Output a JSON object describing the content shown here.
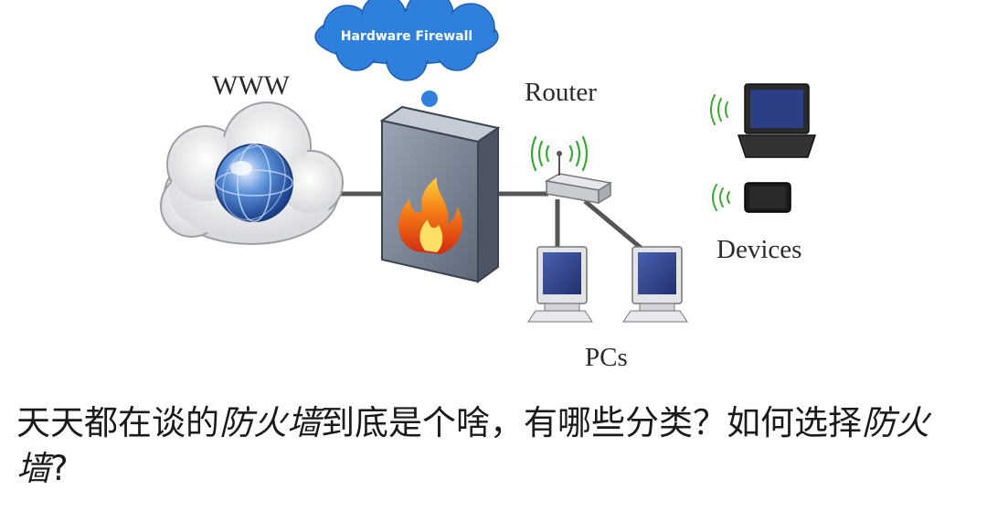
{
  "diagram": {
    "labels": {
      "www": "WWW",
      "cloud_bubble": "Hardware Firewall",
      "router": "Router",
      "devices": "Devices",
      "pcs": "PCs"
    }
  },
  "title": {
    "part1": "天天都在谈的",
    "em1": "防火墙",
    "part2": "到底是个啥，有哪些分类？如何选择",
    "em2": "防火墙",
    "part3": "?"
  }
}
